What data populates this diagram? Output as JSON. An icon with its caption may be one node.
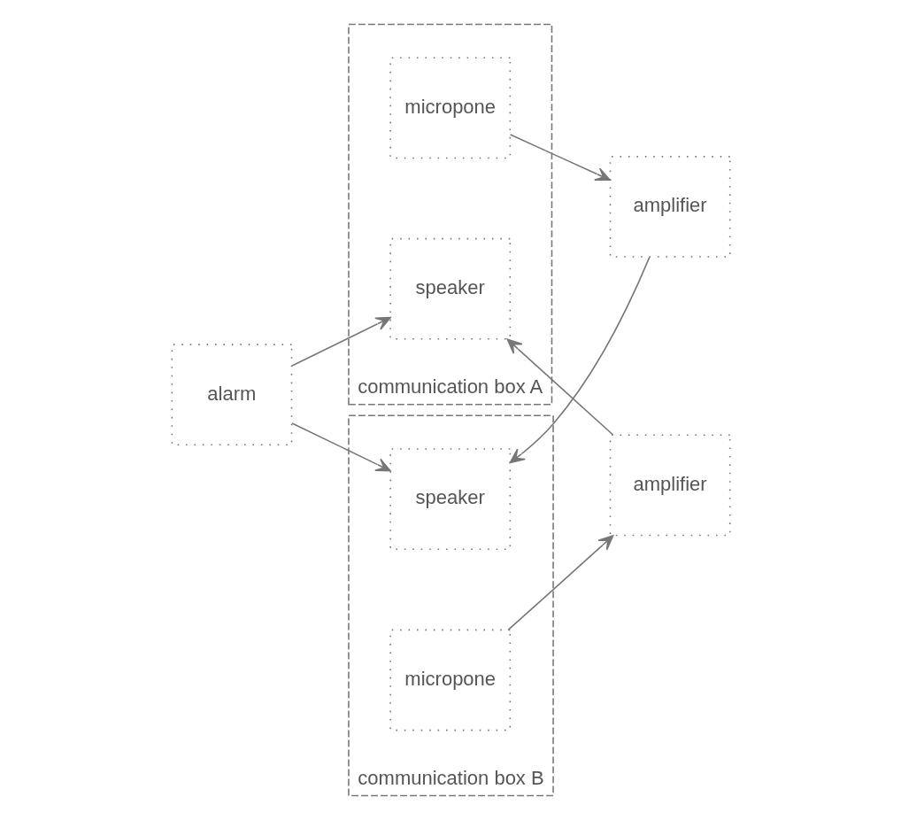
{
  "diagram": {
    "nodes": [
      {
        "text": [
          "communication box A"
        ]
      },
      {
        "text": [
          "micropone"
        ],
        "in": 0
      },
      {
        "text": [
          "amplifier"
        ]
      },
      {
        "text": [
          "communication box B"
        ]
      },
      {
        "text": [
          "speaker"
        ],
        "in": 3
      },
      {
        "text": [
          "speaker"
        ],
        "in": 0
      },
      {
        "text": [
          "amplifier"
        ]
      },
      {
        "text": [
          "micropone"
        ],
        "in": 3
      },
      {
        "text": [
          "alarm"
        ]
      }
    ],
    "edges": [
      {
        "from": 1,
        "to": 2,
        "arrow": "to"
      },
      {
        "from": 2,
        "to": 4,
        "arrow": "to"
      },
      {
        "from": 8,
        "to": 4,
        "arrow": "to"
      },
      {
        "from": 7,
        "to": 6,
        "arrow": "to"
      },
      {
        "from": 6,
        "to": 5,
        "arrow": "to"
      },
      {
        "from": 8,
        "to": 5,
        "arrow": "to"
      }
    ]
  }
}
